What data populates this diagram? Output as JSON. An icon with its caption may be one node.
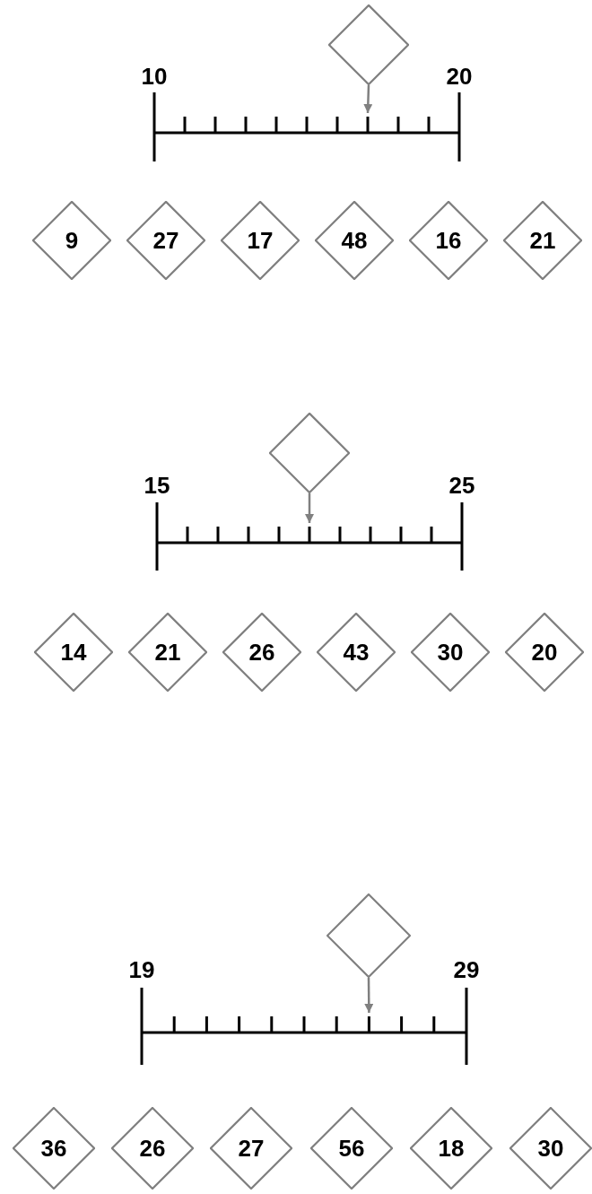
{
  "diagram": {
    "nodes": [
      {
        "text": [],
        "shape": "diamond"
      },
      {
        "text": [
          "9"
        ]
      },
      {
        "text": [
          "27"
        ]
      },
      {
        "text": [
          "17"
        ]
      },
      {
        "text": [
          "48"
        ]
      },
      {
        "text": [
          "16"
        ]
      },
      {
        "text": [
          "21"
        ]
      },
      {
        "text": [],
        "shape": "diamond"
      },
      {
        "text": [
          "14"
        ]
      },
      {
        "text": [
          "21"
        ]
      },
      {
        "text": [
          "26"
        ]
      },
      {
        "text": [
          "43"
        ]
      },
      {
        "text": [
          "30"
        ]
      },
      {
        "text": [
          "20"
        ]
      },
      {
        "text": [],
        "shape": "diamond"
      },
      {
        "text": [
          "36"
        ]
      },
      {
        "text": [
          "26"
        ]
      },
      {
        "text": [
          "27"
        ]
      },
      {
        "text": [
          "56"
        ]
      },
      {
        "text": [
          "18"
        ]
      },
      {
        "text": [
          "30"
        ]
      }
    ],
    "edges": [
      {
        "from": 0,
        "to": null,
        "arrow": "to"
      },
      {
        "from": 7,
        "to": null,
        "arrow": "to"
      },
      {
        "from": 14,
        "to": null,
        "arrow": "to"
      }
    ],
    "labels": [
      "10",
      "20",
      "15",
      "25",
      "19",
      "29"
    ]
  }
}
